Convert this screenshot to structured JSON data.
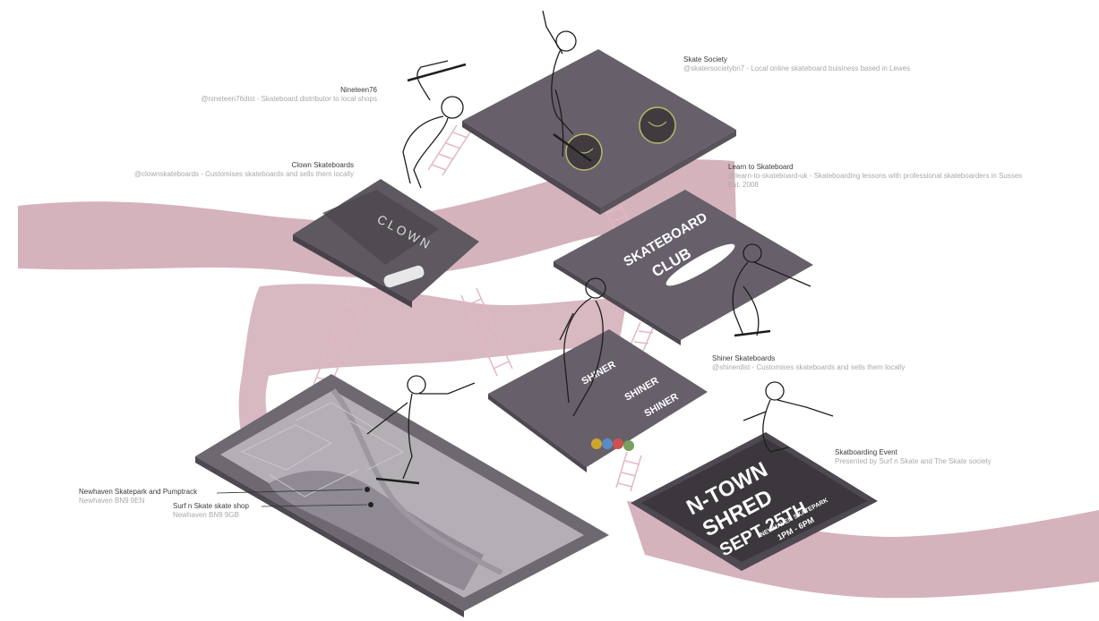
{
  "colors": {
    "platform": "#67606a",
    "platform_edge": "#4e4850",
    "ribbon": "#c79aa6",
    "ladder": "#e2b8c3",
    "map_water": "#b3afb4",
    "map_land": "#8f8a93",
    "poster": "#3b373c"
  },
  "labels": {
    "nineteen76": {
      "title": "Nineteen76",
      "sub": "@nineteen76dist  - Skateboard distributor to local shops"
    },
    "clown": {
      "title": "Clown Skateboards",
      "sub": "@clownskateboards  - Customises skateboards and sells them locally"
    },
    "skate_society": {
      "title": "Skate Society",
      "sub": "@skatersocietybn7 - Local online skateboard buisiness based in Lewes"
    },
    "learn": {
      "title": "Learn to Skateboard",
      "sub": "@learn-to-skateboard-uk  - Skateboarding lessons with professional skateboarders in Sussex",
      "sub2": "Est. 2008"
    },
    "shiner": {
      "title": "Shiner Skateboards",
      "sub": "@shinerdist - Customises skateboards and sells them locally"
    },
    "event": {
      "title": "Skatboarding Event",
      "sub": "Presented by Surf n Skate and The Skate society"
    },
    "skatepark": {
      "title": "Newhaven Skatepark and Pumptrack",
      "sub": "Newhaven BN9 9EN"
    },
    "shop": {
      "title": "Surf n Skate skate shop",
      "sub": "Newhaven BN9 9GB"
    }
  },
  "artwork": {
    "clown_word": "CLOWN",
    "club_top": "SKATEBOARD",
    "club_bottom": "CLUB",
    "shiner_word": "SHINER",
    "poster_line1": "N-TOWN",
    "poster_line2": "SHRED",
    "poster_line3": "SEPT 25TH",
    "poster_line4": "NEWHAVEN SKATEPARK",
    "poster_line5": "1PM - 6PM"
  }
}
